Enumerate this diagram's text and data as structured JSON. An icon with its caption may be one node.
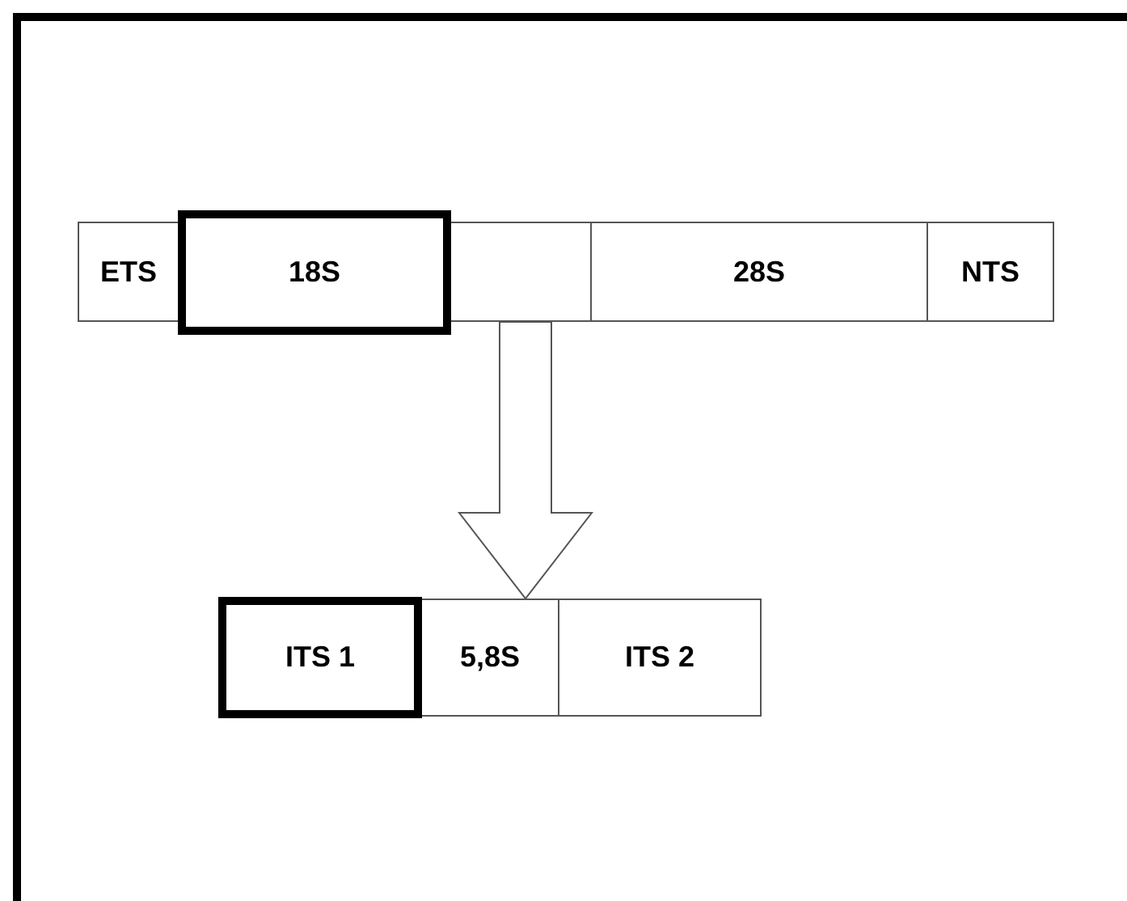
{
  "diagram": {
    "nodes": [
      {
        "text": [
          "ETS"
        ]
      },
      {
        "text": [
          "18S"
        ]
      },
      {
        "text": [],
        "shape": "box"
      },
      {
        "text": [
          "28S"
        ]
      },
      {
        "text": [
          "NTS"
        ]
      },
      {
        "text": [
          "ITS 1"
        ]
      },
      {
        "text": [
          "5,8S"
        ]
      },
      {
        "text": [
          "ITS 2"
        ]
      }
    ],
    "edges": [
      {
        "from": 2,
        "to": 6,
        "arrow": "to"
      }
    ]
  }
}
